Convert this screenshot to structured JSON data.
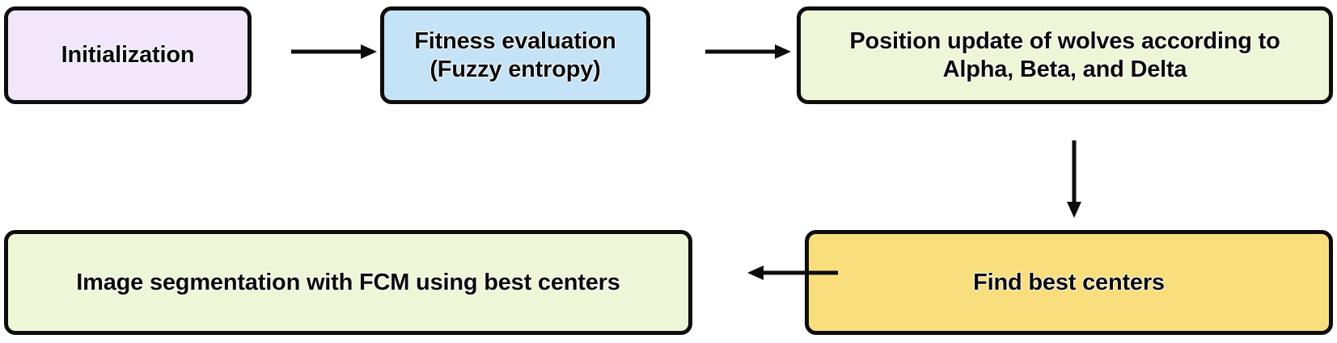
{
  "diagram": {
    "title": "Fuzzy entropy based Grey Wolf Optimizer FCM segmentation flowchart",
    "background_color": "#FFFFFF",
    "stroke_color": "#0D0D0D",
    "nodes": [
      {
        "id": "initialization",
        "label": "Initialization",
        "fill_color": "#F2E6FA",
        "shape": "rounded-rectangle"
      },
      {
        "id": "fitness-evaluation",
        "label": "Fitness evaluation\n(Fuzzy entropy)",
        "fill_color": "#C5E3F6",
        "shape": "rounded-rectangle"
      },
      {
        "id": "position-update",
        "label": "Position update of wolves according to\nAlpha, Beta, and Delta",
        "fill_color": "#EDF7D8",
        "shape": "rounded-rectangle"
      },
      {
        "id": "find-best-centers",
        "label": "Find best centers",
        "fill_color": "#F9DE7D",
        "shape": "rounded-rectangle"
      },
      {
        "id": "image-segmentation",
        "label": "Image segmentation with FCM using best centers",
        "fill_color": "#EDF7D8",
        "shape": "rounded-rectangle"
      }
    ],
    "connectors": [
      {
        "id": "init-to-fitness",
        "from": "initialization",
        "to": "fitness-evaluation",
        "direction": "right"
      },
      {
        "id": "fitness-to-position",
        "from": "fitness-evaluation",
        "to": "position-update",
        "direction": "right"
      },
      {
        "id": "position-to-best",
        "from": "position-update",
        "to": "find-best-centers",
        "direction": "down"
      },
      {
        "id": "best-to-segment",
        "from": "find-best-centers",
        "to": "image-segmentation",
        "direction": "left"
      }
    ]
  }
}
